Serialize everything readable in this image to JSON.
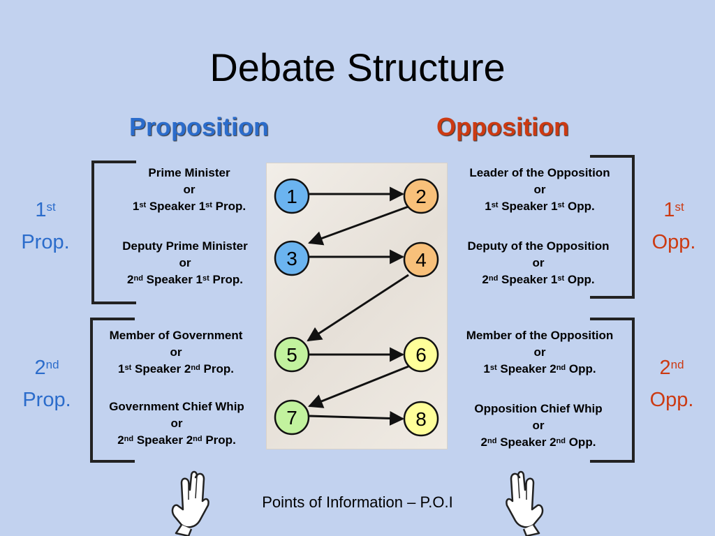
{
  "title": "Debate Structure",
  "columns": {
    "proposition": "Proposition",
    "opposition": "Opposition"
  },
  "colors": {
    "background": "#c2d2ef",
    "proposition": "#2b6ccb",
    "opposition": "#cc3a12",
    "speaker_fills": [
      "#6bb4f0",
      "#f8c07a",
      "#c2f29e",
      "#ffff9a"
    ]
  },
  "side_labels": {
    "prop1": {
      "num": "1",
      "sup": "st",
      "word": "Prop."
    },
    "prop2": {
      "num": "2",
      "sup": "nd",
      "word": "Prop."
    },
    "opp1": {
      "num": "1",
      "sup": "st",
      "word": "Opp."
    },
    "opp2": {
      "num": "2",
      "sup": "nd",
      "word": "Opp."
    }
  },
  "roles": {
    "r1": {
      "l1": "Prime Minister",
      "l2": "or",
      "a": "1",
      "as": "st",
      "b": " Speaker 1",
      "bs": "st",
      "c": " Prop."
    },
    "r3": {
      "l1": "Deputy Prime Minister",
      "l2": "or",
      "a": "2",
      "as": "nd",
      "b": " Speaker 1",
      "bs": "st",
      "c": " Prop."
    },
    "r5": {
      "l1": "Member of Government",
      "l2": "or",
      "a": "1",
      "as": "st",
      "b": " Speaker 2",
      "bs": "nd",
      "c": " Prop."
    },
    "r7": {
      "l1": "Government Chief Whip",
      "l2": "or",
      "a": "2",
      "as": "nd",
      "b": " Speaker 2",
      "bs": "nd",
      "c": " Prop."
    },
    "r2": {
      "l1": "Leader of the Opposition",
      "l2": "or",
      "a": "1",
      "as": "st",
      "b": " Speaker 1",
      "bs": "st",
      "c": " Opp."
    },
    "r4": {
      "l1": "Deputy of the Opposition",
      "l2": "or",
      "a": "2",
      "as": "nd",
      "b": " Speaker 1",
      "bs": "st",
      "c": " Opp."
    },
    "r6": {
      "l1": "Member of the Opposition",
      "l2": "or",
      "a": "1",
      "as": "st",
      "b": " Speaker 2",
      "bs": "nd",
      "c": " Opp."
    },
    "r8": {
      "l1": "Opposition Chief Whip",
      "l2": "or",
      "a": "2",
      "as": "nd",
      "b": " Speaker 2",
      "bs": "nd",
      "c": " Opp."
    }
  },
  "speakers": [
    "1",
    "2",
    "3",
    "4",
    "5",
    "6",
    "7",
    "8"
  ],
  "footer": "Points of Information – P.O.I",
  "icons": {
    "left": "raised-hand-icon",
    "right": "raised-hand-icon"
  }
}
